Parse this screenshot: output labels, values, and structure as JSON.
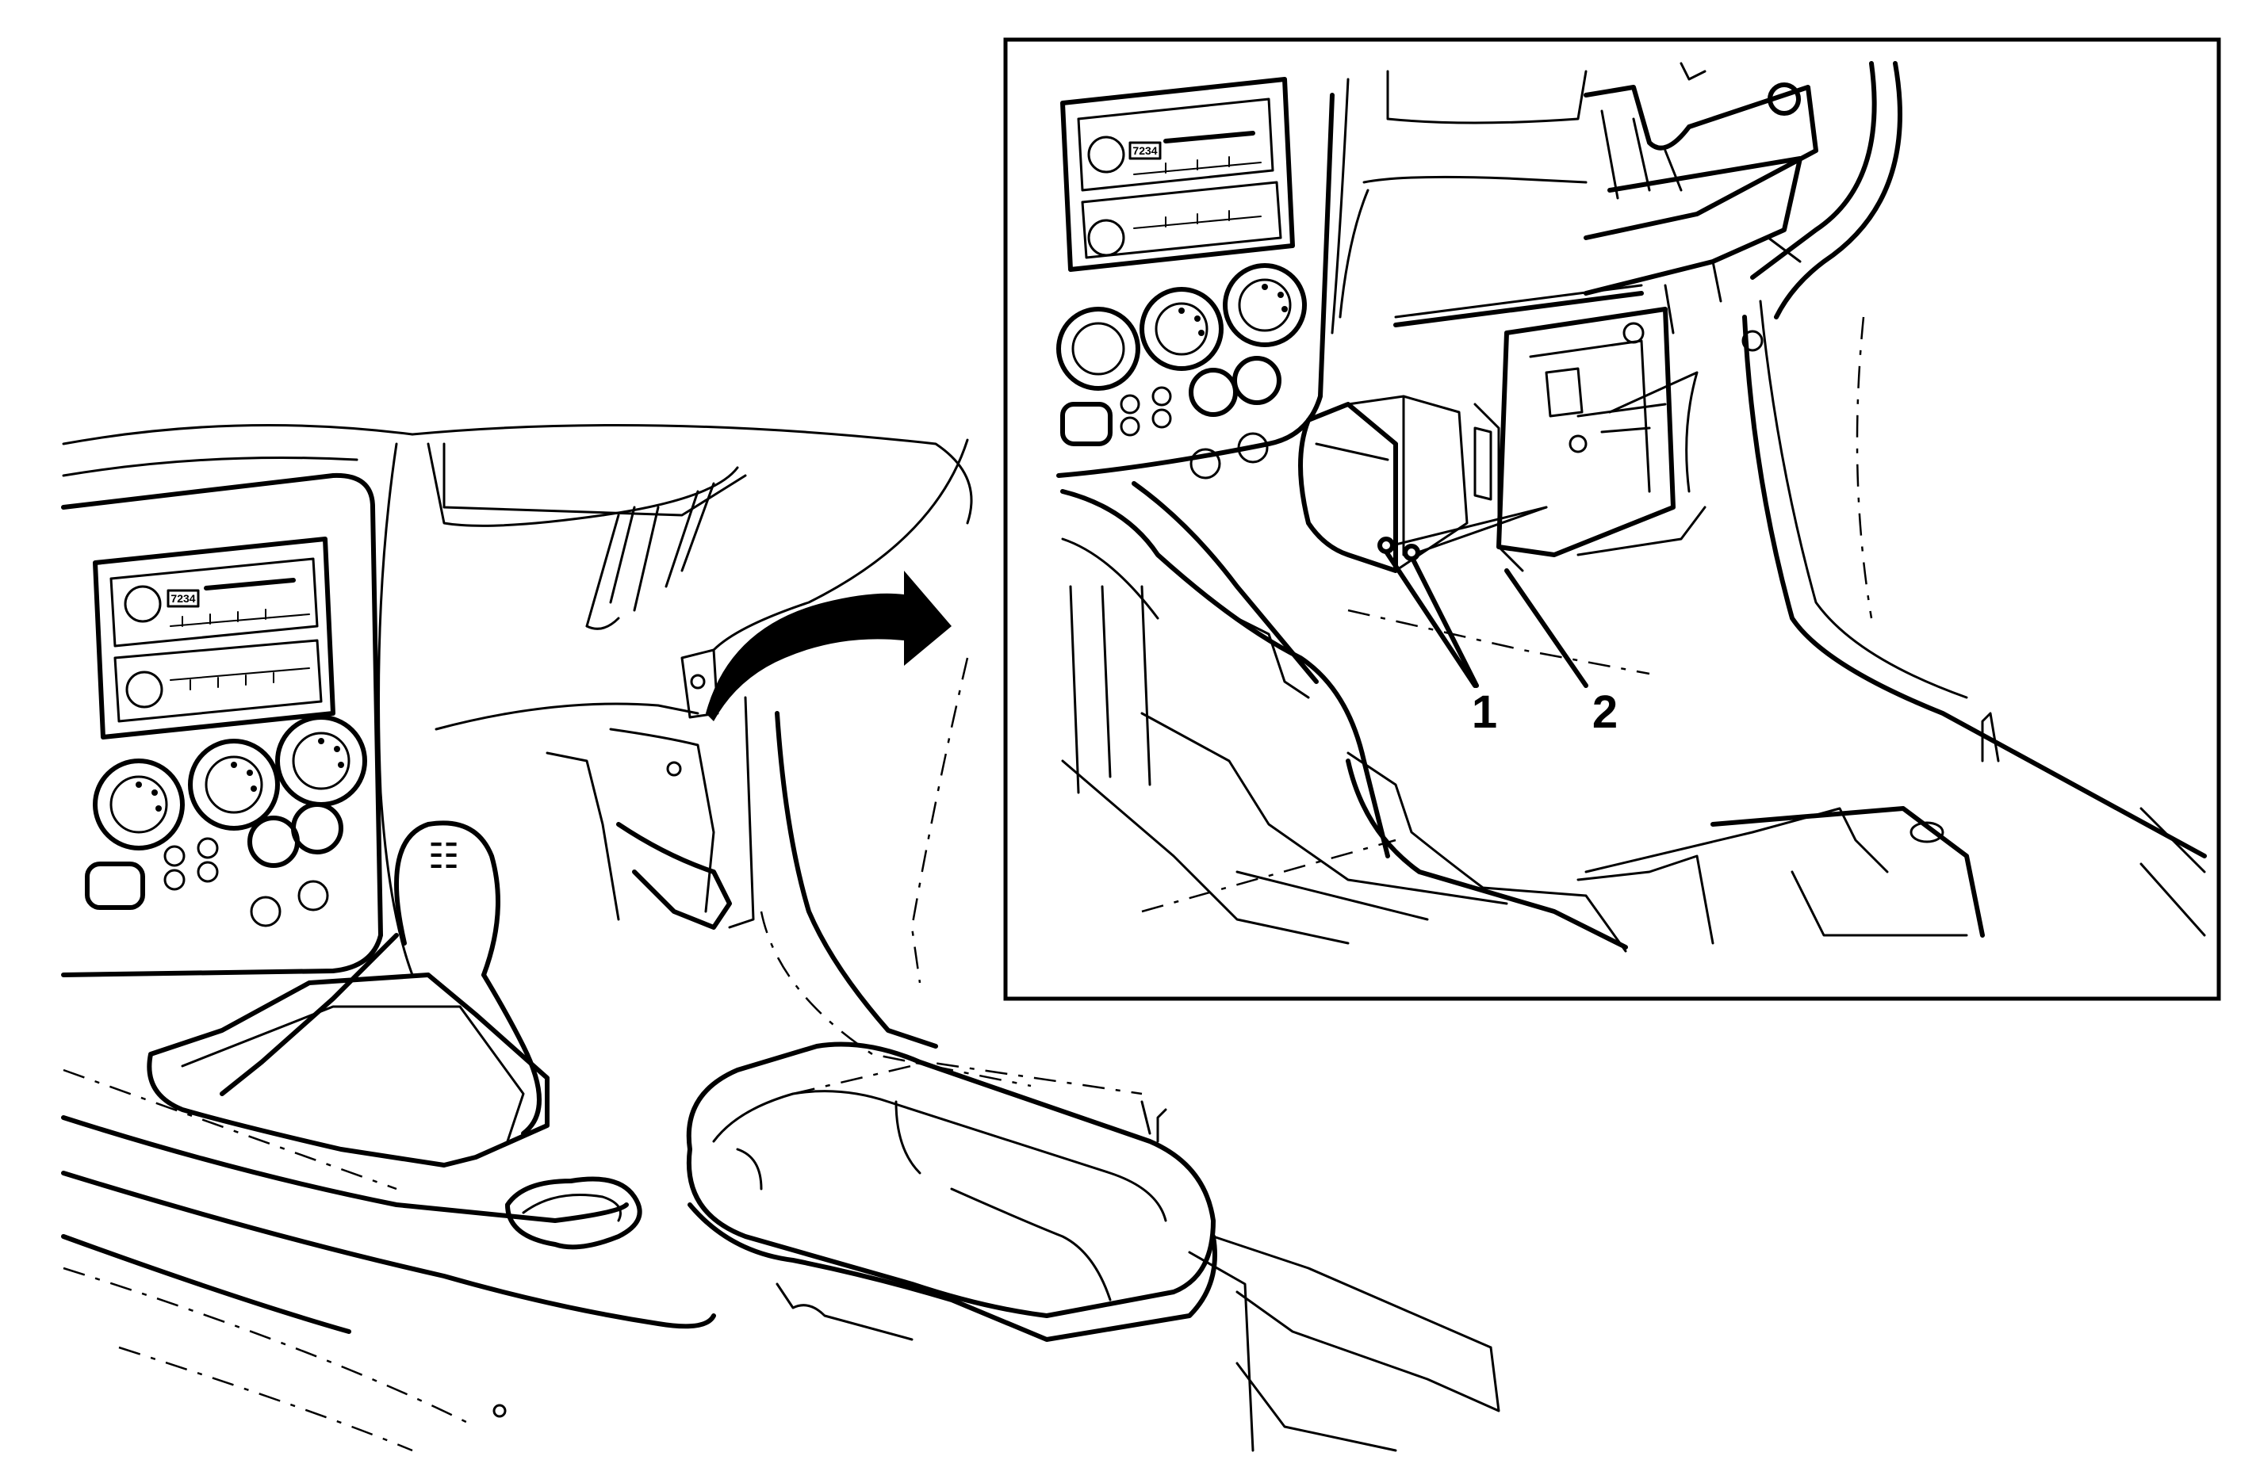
{
  "callouts": [
    {
      "label": "1"
    },
    {
      "label": "2"
    }
  ],
  "radio_display": [
    "7234",
    "7234"
  ],
  "shift_pattern_glyph": "☷"
}
